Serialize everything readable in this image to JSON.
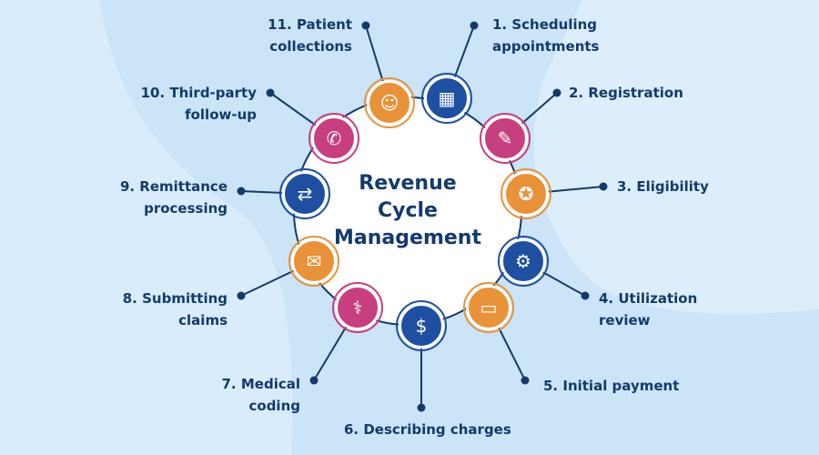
{
  "title": [
    "Revenue",
    "Cycle",
    "Management"
  ],
  "colors": {
    "orange": "#e8923a",
    "blue": "#1e4fa0",
    "magenta": "#c73f7e",
    "text": "#143a6b"
  },
  "steps": [
    {
      "label": [
        "1. Scheduling",
        "appointments"
      ],
      "icon": "calendar-icon",
      "color": "blue"
    },
    {
      "label": [
        "2. Registration"
      ],
      "icon": "clipboard-icon",
      "color": "magenta"
    },
    {
      "label": [
        "3. Eligibility"
      ],
      "icon": "award-icon",
      "color": "orange"
    },
    {
      "label": [
        "4. Utilization",
        "review"
      ],
      "icon": "gears-icon",
      "color": "blue"
    },
    {
      "label": [
        "5. Initial payment"
      ],
      "icon": "card-hand-icon",
      "color": "orange"
    },
    {
      "label": [
        "6. Describing charges"
      ],
      "icon": "receipt-icon",
      "color": "blue"
    },
    {
      "label": [
        "7. Medical",
        "coding"
      ],
      "icon": "stethoscope-icon",
      "color": "magenta"
    },
    {
      "label": [
        "8. Submitting",
        "claims"
      ],
      "icon": "mail-check-icon",
      "color": "orange"
    },
    {
      "label": [
        "9. Remittance",
        "processing"
      ],
      "icon": "exchange-icon",
      "color": "blue"
    },
    {
      "label": [
        "10. Third-party",
        "follow-up"
      ],
      "icon": "phone-plus-icon",
      "color": "magenta"
    },
    {
      "label": [
        "11. Patient",
        "collections"
      ],
      "icon": "user-plus-icon",
      "color": "orange"
    }
  ]
}
